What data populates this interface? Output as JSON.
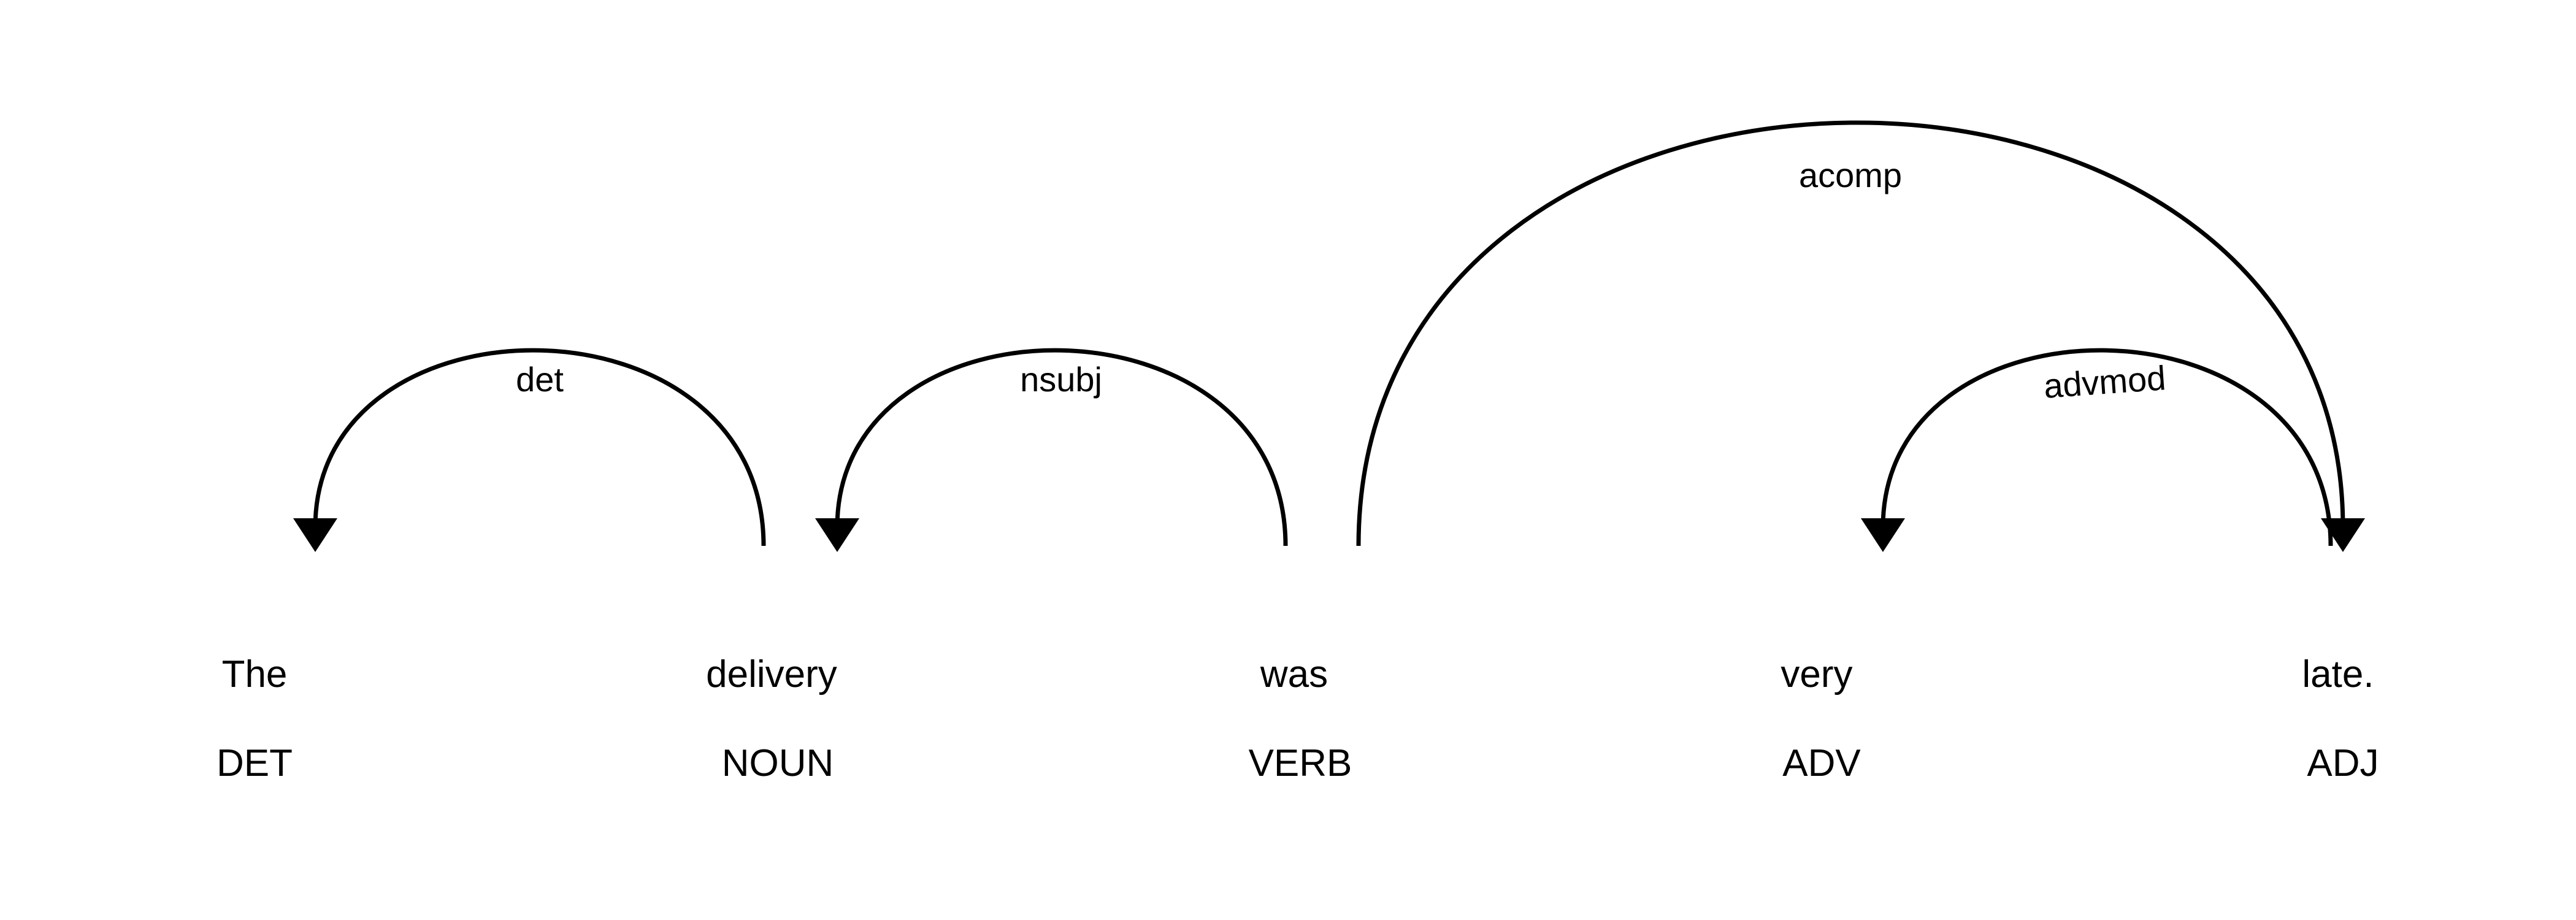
{
  "tokens": [
    {
      "text": "The",
      "tag": "DET"
    },
    {
      "text": "delivery",
      "tag": "NOUN"
    },
    {
      "text": "was",
      "tag": "VERB"
    },
    {
      "text": "very",
      "tag": "ADV"
    },
    {
      "text": "late.",
      "tag": "ADJ"
    }
  ],
  "arcs": [
    {
      "label": "det",
      "head": 1,
      "dependent": 0
    },
    {
      "label": "nsubj",
      "head": 2,
      "dependent": 1
    },
    {
      "label": "acomp",
      "head": 2,
      "dependent": 4
    },
    {
      "label": "advmod",
      "head": 4,
      "dependent": 3
    }
  ],
  "colors": {
    "ink": "#000000",
    "background": "#ffffff"
  }
}
